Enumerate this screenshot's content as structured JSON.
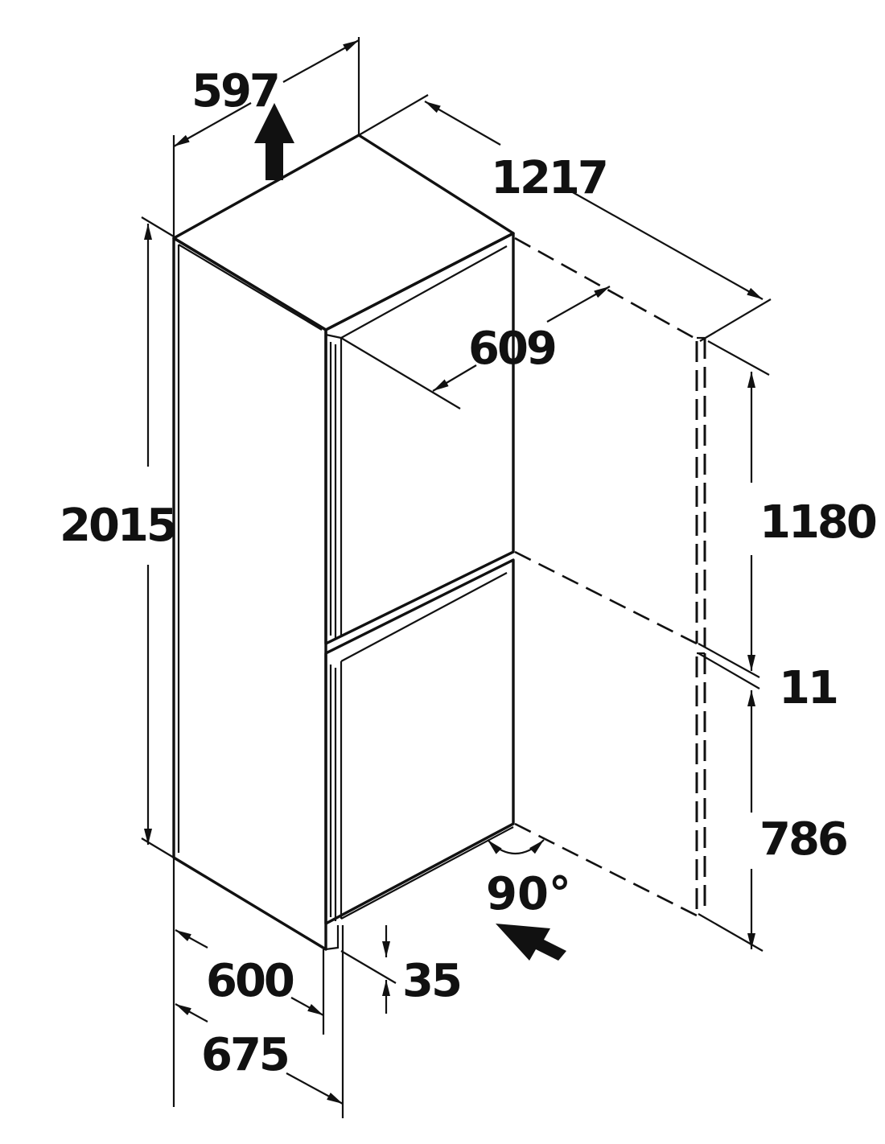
{
  "dimensions": {
    "depth_top": "597",
    "depth_door_open": "1217",
    "door_clearance": "609",
    "total_height": "2015",
    "upper_door_height": "1180",
    "door_gap": "11",
    "lower_door_height": "786",
    "body_width": "600",
    "overall_width": "675",
    "handle_offset": "35",
    "door_angle": "90°"
  },
  "icons": {
    "air_outlet": "arrow-up-icon",
    "air_inlet": "arrow-diagonal-icon"
  }
}
